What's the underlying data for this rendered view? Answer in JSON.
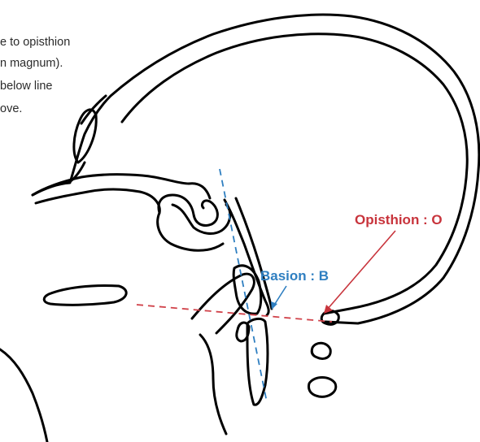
{
  "notes": [
    "e to opisthion",
    "n magnum).",
    "below line",
    "ove."
  ],
  "labels": {
    "basion": "Basion : B",
    "opisthion": "Opisthion : O"
  },
  "colors": {
    "outline": "#000000",
    "basion_accent": "#2f7fc1",
    "opisthion_accent": "#c8343c",
    "note_text": "#2b2b2b"
  }
}
